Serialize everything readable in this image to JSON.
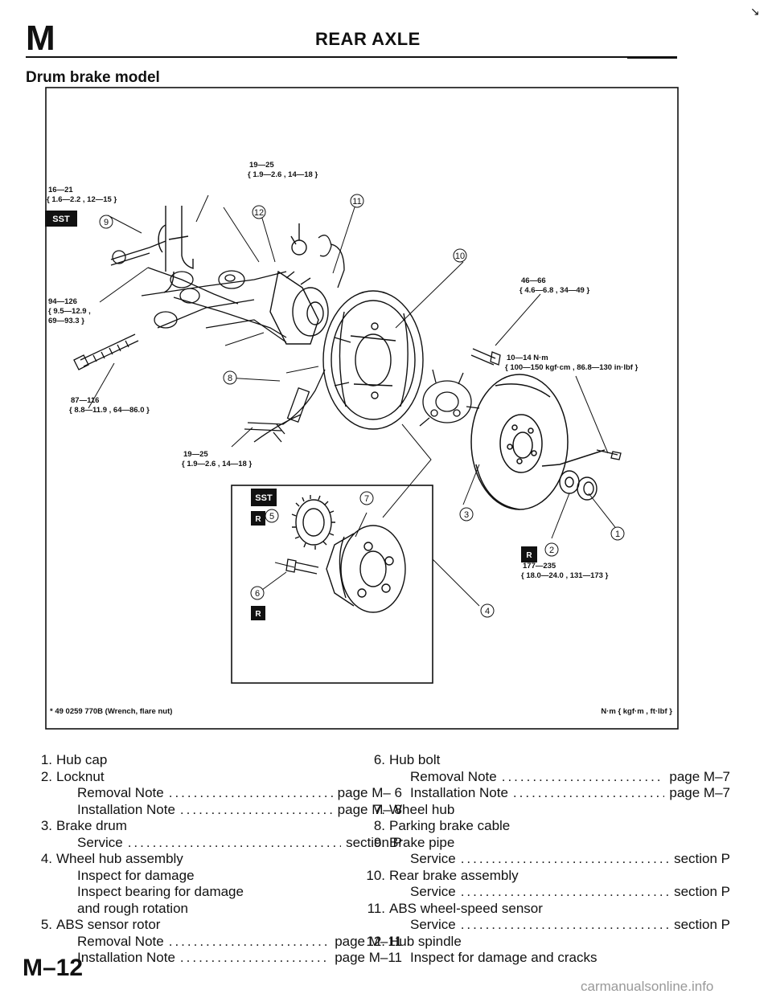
{
  "header": {
    "letter": "M",
    "title": "REAR AXLE"
  },
  "section_title": "Drum brake model",
  "diagram": {
    "torque_labels": {
      "t1": [
        "16—21",
        "{ 1.6—2.2 , 12—15 }"
      ],
      "t2": [
        "19—25",
        "{ 1.9—2.6 , 14—18 }"
      ],
      "t3": [
        "94—126",
        "{ 9.5—12.9 ,",
        "69—93.3 }"
      ],
      "t4": [
        "46—66",
        "{ 4.6—6.8 , 34—49 }"
      ],
      "t5": [
        "10—14 N·m",
        "{ 100—150 kgf·cm , 86.8—130 in·lbf }"
      ],
      "t6": [
        "87—116",
        "{ 8.8—11.9 , 64—86.0 }"
      ],
      "t7": [
        "19—25",
        "{ 1.9—2.6 , 14—18 }"
      ],
      "t8": [
        "177—235",
        "{ 18.0—24.0 , 131—173 }"
      ]
    },
    "badges": {
      "sst": "SST",
      "r": "R"
    },
    "callouts": [
      "1",
      "2",
      "3",
      "4",
      "5",
      "6",
      "7",
      "8",
      "9",
      "10",
      "11",
      "12"
    ],
    "footnote_left": "* 49 0259 770B (Wrench, flare nut)",
    "footnote_right": "N·m { kgf·m , ft·lbf }"
  },
  "parts_left": [
    {
      "num": "1.",
      "name": "Hub cap"
    },
    {
      "num": "2.",
      "name": "Locknut"
    },
    {
      "sub": "Removal Note",
      "ref": "page M– 6"
    },
    {
      "sub": "Installation Note",
      "ref": "page M– 8"
    },
    {
      "num": "3.",
      "name": "Brake drum"
    },
    {
      "sub": "Service",
      "ref": "section P"
    },
    {
      "num": "4.",
      "name": "Wheel hub assembly"
    },
    {
      "sub": "Inspect for damage"
    },
    {
      "sub": "Inspect bearing for damage"
    },
    {
      "sub": "and rough rotation"
    },
    {
      "num": "5.",
      "name": "ABS sensor rotor"
    },
    {
      "sub": "Removal Note",
      "ref": "page M–11"
    },
    {
      "sub": "Installation Note",
      "ref": "page M–11"
    }
  ],
  "parts_right": [
    {
      "num": "6.",
      "name": "Hub bolt"
    },
    {
      "sub": "Removal Note",
      "ref": "page M–7"
    },
    {
      "sub": "Installation Note",
      "ref": "page M–7"
    },
    {
      "num": "7.",
      "name": "Wheel hub"
    },
    {
      "num": "8.",
      "name": "Parking brake cable"
    },
    {
      "num": "9.",
      "name": "Brake pipe"
    },
    {
      "sub": "Service",
      "ref": "section P"
    },
    {
      "num": "10.",
      "name": "Rear brake assembly"
    },
    {
      "sub": "Service",
      "ref": "section P"
    },
    {
      "num": "11.",
      "name": "ABS wheel-speed sensor"
    },
    {
      "sub": "Service",
      "ref": "section P"
    },
    {
      "num": "12.",
      "name": "Hub spindle"
    },
    {
      "sub": "Inspect for damage and cracks"
    }
  ],
  "footer": {
    "page_number": "M–12"
  },
  "watermark": "carmanualsonline.info"
}
